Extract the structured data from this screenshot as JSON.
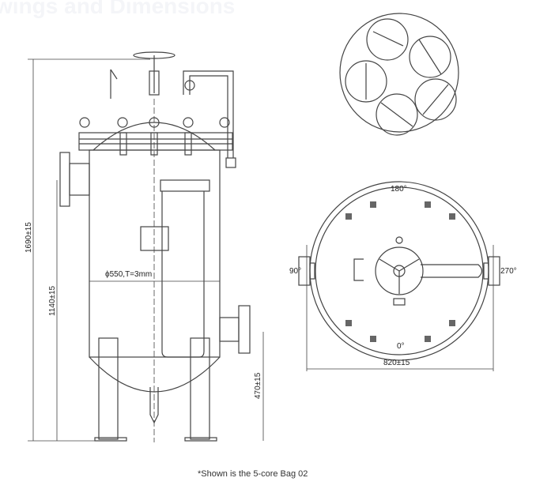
{
  "heading": "wings and Dimensions",
  "dims": {
    "overall_height": "1690±15",
    "inlet_height": "1140±15",
    "diameter": "ϕ550,T=3mm",
    "outlet_height": "470±15",
    "width": "820±15"
  },
  "angles": {
    "a180": "180°",
    "a90": "90°",
    "a270": "270°",
    "a0": "0°"
  },
  "caption": "*Shown is the 5-core Bag 02"
}
